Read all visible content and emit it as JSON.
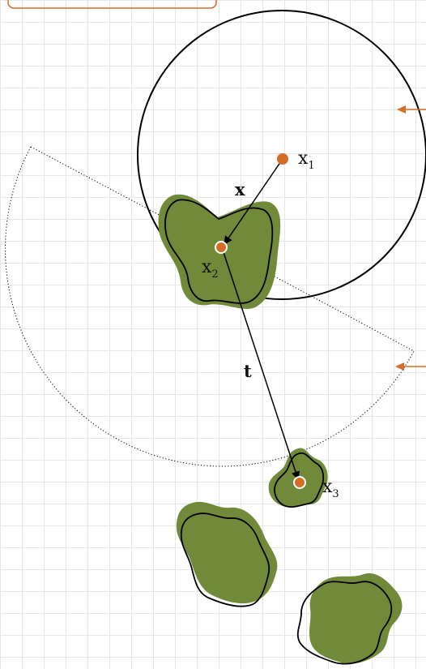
{
  "colors": {
    "blob_fill": "#718a3a",
    "accent": "#d46d27",
    "stroke": "#000000",
    "grid": "#e6e6e6"
  },
  "labels": {
    "x1": {
      "base": "x",
      "sub": "1"
    },
    "x2": {
      "base": "x",
      "sub": "2"
    },
    "x3": {
      "base": "x",
      "sub": "3"
    },
    "vec_x": "x",
    "vec_t": "t"
  },
  "icons": [
    "arrow-left-icon",
    "arrow-left-icon"
  ]
}
